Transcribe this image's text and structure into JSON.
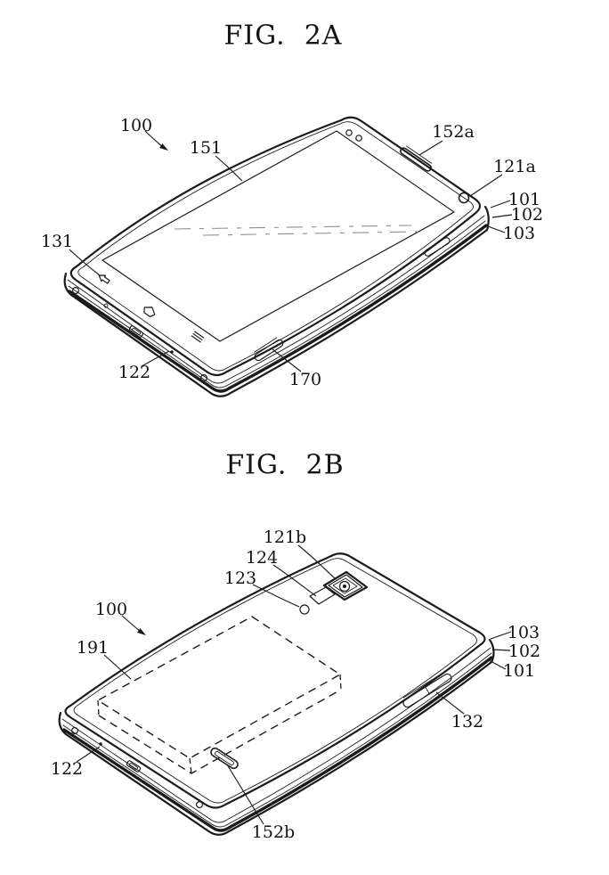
{
  "document": {
    "type": "patent-figure-sheet",
    "figure_count": 2
  },
  "figure_2a": {
    "title": "FIG.  2A",
    "description": "Front perspective view of mobile terminal",
    "labels": {
      "l100": "100",
      "l151": "151",
      "l152a": "152a",
      "l121a": "121a",
      "l101": "101",
      "l102": "102",
      "l103": "103",
      "l131": "131",
      "l122": "122",
      "l170": "170"
    },
    "features": [
      "display-screen",
      "earpiece-slot",
      "proximity-sensors",
      "front-camera",
      "back-key",
      "home-key",
      "menu-key",
      "side-key",
      "microphone-hole",
      "usb-port",
      "case-screws"
    ]
  },
  "figure_2b": {
    "title": "FIG.  2B",
    "description": "Rear perspective view of mobile terminal",
    "labels": {
      "l121b": "121b",
      "l124": "124",
      "l123": "123",
      "l100": "100",
      "l191": "191",
      "l103": "103",
      "l102": "102",
      "l101": "101",
      "l132": "132",
      "l122": "122",
      "l152b": "152b"
    },
    "features": [
      "rear-camera",
      "flash",
      "rear-sensor",
      "battery-outline-hidden",
      "volume-key",
      "rear-speaker-slot",
      "microphone-hole",
      "usb-port",
      "case-screws"
    ]
  },
  "colors": {
    "line": "#1b1b1b",
    "background": "#ffffff",
    "reflection": "#8f8f8f"
  }
}
